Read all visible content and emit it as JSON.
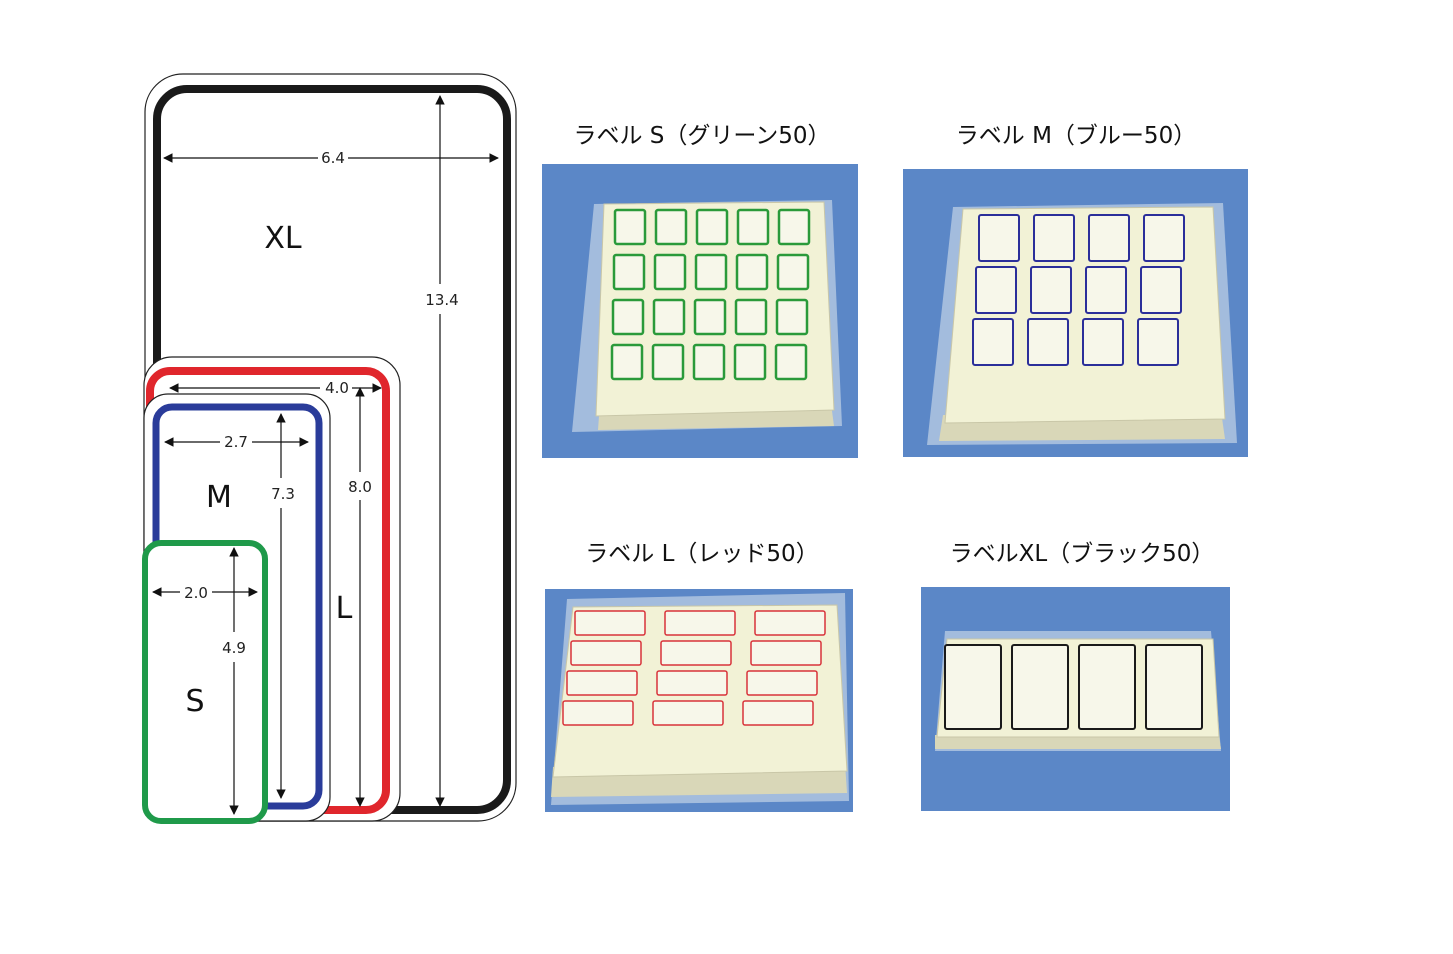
{
  "diagram": {
    "sizes": [
      {
        "name": "XL",
        "width": "6.4",
        "height": "13.4",
        "color": "#1a1a1a"
      },
      {
        "name": "L",
        "width": "4.0",
        "height": "8.0",
        "color": "#e0262c"
      },
      {
        "name": "M",
        "width": "2.7",
        "height": "7.3",
        "color": "#2a3c9a"
      },
      {
        "name": "S",
        "width": "2.0",
        "height": "4.9",
        "color": "#1f9a4a"
      }
    ]
  },
  "products": [
    {
      "caption": "ラベル S（グリーン50）",
      "color": "#2a9a3a",
      "layout": "5x4 vertical",
      "product": "label-sheet-green"
    },
    {
      "caption": "ラベル M（ブルー50）",
      "color": "#2b2f9a",
      "layout": "4x3 vertical",
      "product": "label-sheet-blue"
    },
    {
      "caption": "ラベル L（レッド50）",
      "color": "#d8333a",
      "layout": "3x4 horizontal",
      "product": "label-sheet-red"
    },
    {
      "caption": "ラベルXL（ブラック50）",
      "color": "#1a1a1a",
      "layout": "4x1 vertical",
      "product": "label-sheet-black"
    }
  ],
  "colors": {
    "photo_background": "#5b87c7",
    "label_paper": "#f2f2d6"
  }
}
